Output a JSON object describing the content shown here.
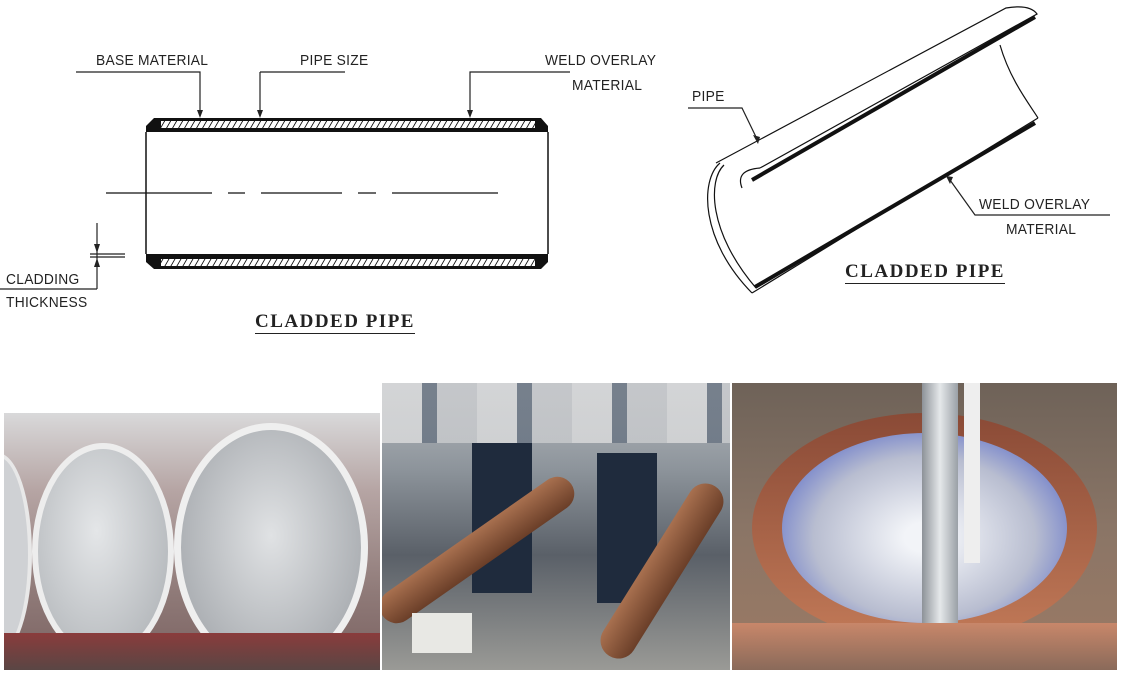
{
  "diagram_left": {
    "labels": {
      "base_material": "BASE MATERIAL",
      "pipe_size": "PIPE SIZE",
      "weld_overlay_line1": "WELD OVERLAY",
      "weld_overlay_line2": "MATERIAL",
      "cladding_line1": "CLADDING",
      "cladding_line2": "THICKNESS"
    },
    "title": "CLADDED PIPE"
  },
  "diagram_right": {
    "labels": {
      "pipe": "PIPE",
      "weld_overlay_line1": "WELD OVERLAY",
      "weld_overlay_line2": "MATERIAL"
    },
    "title": "CLADDED PIPE"
  },
  "photos": [
    {
      "description": "Stainless-clad steel pipes with polished inner lining",
      "colors": {
        "outer": "#8f7a78",
        "inner": "#c9cccf",
        "rim": "#e6e6e6"
      }
    },
    {
      "description": "Pipe cladding production line with welding stations",
      "colors": {
        "pipe": "#8a5a3c",
        "machine": "#2a3548",
        "floor": "#9a9a96"
      }
    },
    {
      "description": "Internal weld overlay cladding torch inside copper-colored pipe",
      "colors": {
        "copper": "#b07050",
        "inner": "#d8dce8",
        "glow": "#4f62c8"
      }
    }
  ]
}
